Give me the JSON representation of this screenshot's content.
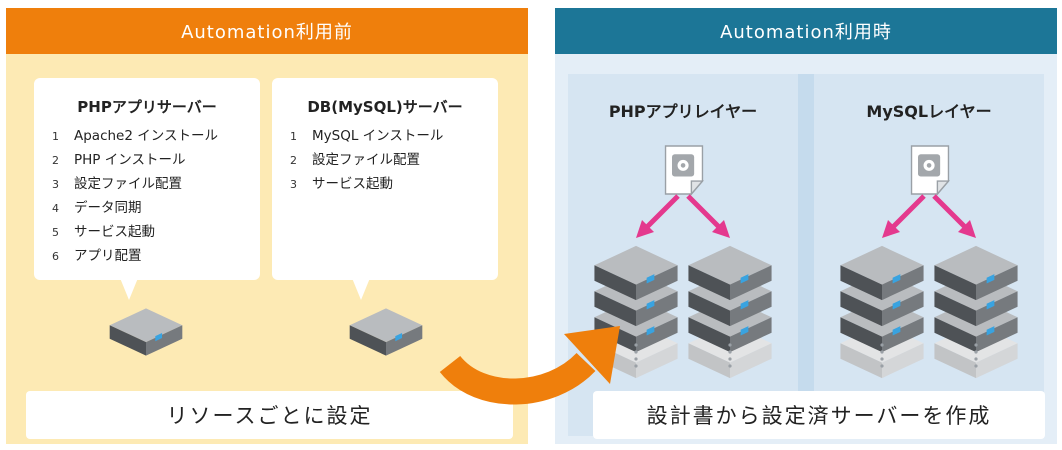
{
  "before": {
    "title": "Automation利用前",
    "servers": [
      {
        "title": "PHPアプリサーバー",
        "steps": [
          {
            "num": "1",
            "label": "Apache2 インストール"
          },
          {
            "num": "2",
            "label": "PHP インストール"
          },
          {
            "num": "3",
            "label": "設定ファイル配置"
          },
          {
            "num": "4",
            "label": "データ同期"
          },
          {
            "num": "5",
            "label": "サービス起動"
          },
          {
            "num": "6",
            "label": "アプリ配置"
          }
        ]
      },
      {
        "title": "DB(MySQL)サーバー",
        "steps": [
          {
            "num": "1",
            "label": "MySQL インストール"
          },
          {
            "num": "2",
            "label": "設定ファイル配置"
          },
          {
            "num": "3",
            "label": "サービス起動"
          }
        ]
      }
    ],
    "caption": "リソースごとに設定"
  },
  "after": {
    "title": "Automation利用時",
    "layers": [
      {
        "title": "PHPアプリレイヤー"
      },
      {
        "title": "MySQLレイヤー"
      }
    ],
    "caption": "設計書から設定済サーバーを作成"
  },
  "colors": {
    "before_header": "#ef7f0c",
    "after_header": "#1c7697",
    "arrow": "#ef7f0c",
    "pink_arrow": "#e4398e"
  }
}
